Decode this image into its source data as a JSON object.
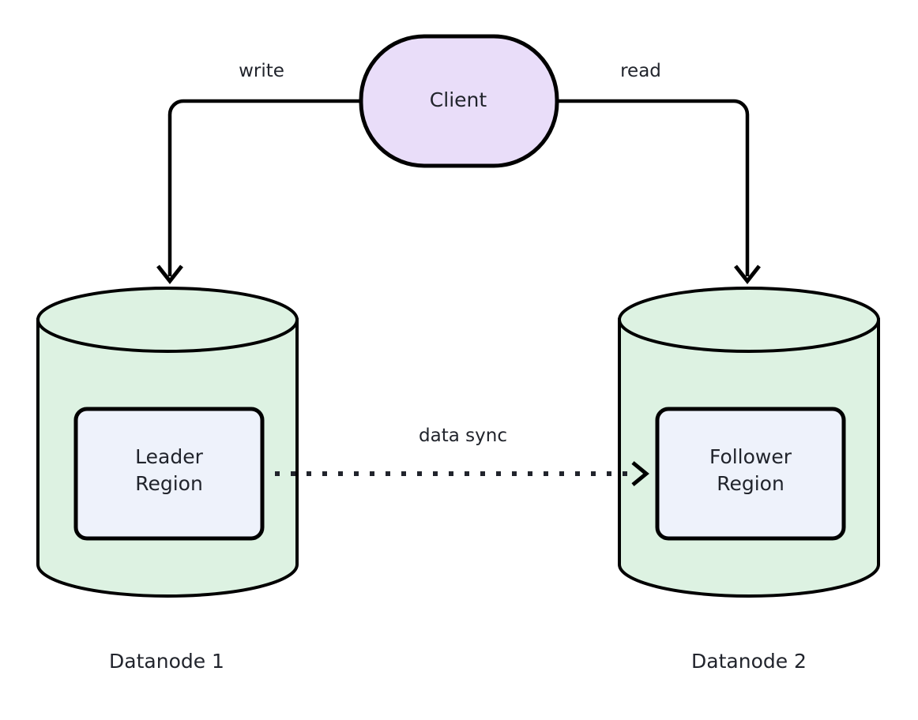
{
  "diagram": {
    "type": "architecture-diagram",
    "background": "#ffffff",
    "stroke_color": "#000000",
    "text_color": "#21242c",
    "nodes": [
      {
        "id": "client",
        "label": "Client",
        "shape": "stadium",
        "fill": "#e9ddf9",
        "stroke": "#000000"
      },
      {
        "id": "datanode1",
        "label": "Datanode 1",
        "shape": "cylinder",
        "fill": "#ddf2e2",
        "stroke": "#000000"
      },
      {
        "id": "datanode2",
        "label": "Datanode 2",
        "shape": "cylinder",
        "fill": "#ddf2e2",
        "stroke": "#000000"
      },
      {
        "id": "leader-region",
        "label": "Leader\nRegion",
        "shape": "rounded-rect",
        "fill": "#eef2fb",
        "stroke": "#000000"
      },
      {
        "id": "follower-region",
        "label": "Follower\nRegion",
        "shape": "rounded-rect",
        "fill": "#eef2fb",
        "stroke": "#000000"
      }
    ],
    "edges": [
      {
        "id": "write-edge",
        "label": "write",
        "from": "client",
        "to": "datanode1",
        "style": "solid",
        "arrow": "open"
      },
      {
        "id": "read-edge",
        "label": "read",
        "from": "client",
        "to": "datanode2",
        "style": "solid",
        "arrow": "open"
      },
      {
        "id": "data-sync-edge",
        "label": "data sync",
        "from": "leader-region",
        "to": "follower-region",
        "style": "dotted",
        "arrow": "open"
      }
    ]
  }
}
